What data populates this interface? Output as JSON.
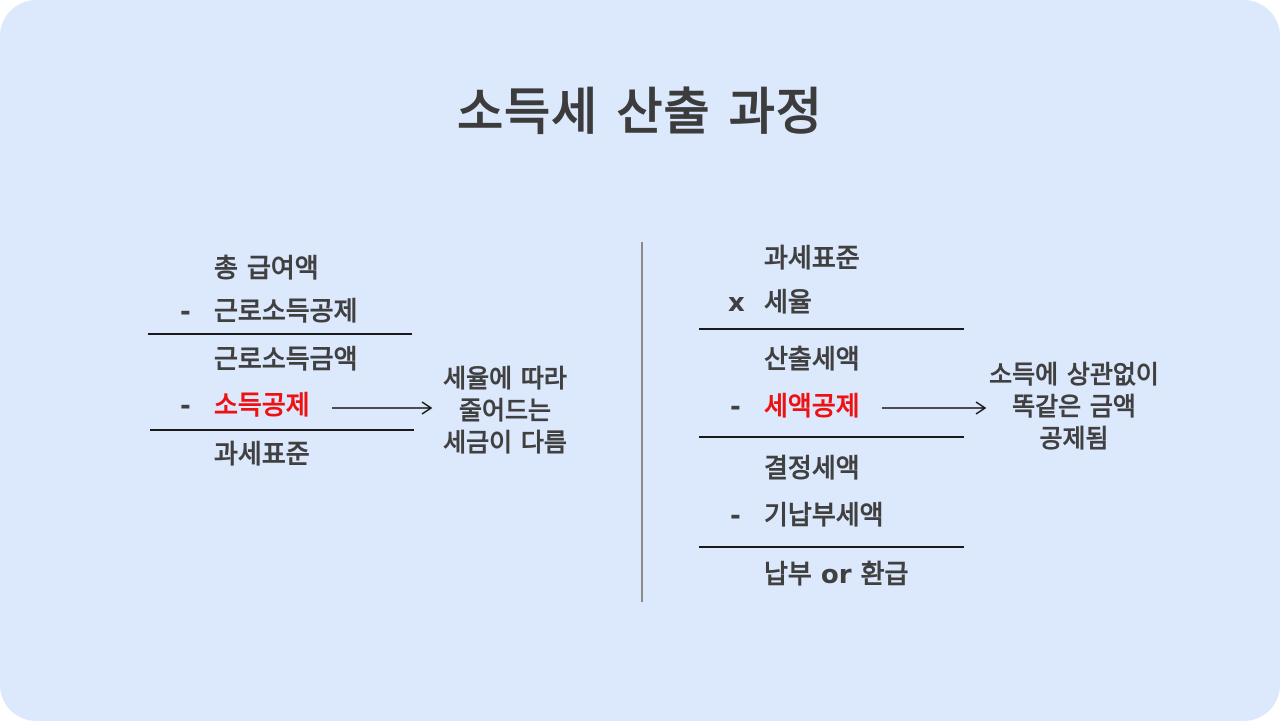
{
  "title": "소득세 산출 과정",
  "left": {
    "rows": [
      {
        "sign": "",
        "label": "총 급여액"
      },
      {
        "sign": "-",
        "label": "근로소득공제"
      },
      {
        "sign": "",
        "label": "근로소득금액"
      },
      {
        "sign": "-",
        "label": "소득공제",
        "highlight": "#ee1111"
      },
      {
        "sign": "",
        "label": "과세표준"
      }
    ],
    "note": [
      "세율에 따라",
      "줄어드는",
      "세금이 다름"
    ]
  },
  "right": {
    "rows": [
      {
        "sign": "",
        "label": "과세표준"
      },
      {
        "sign": "x",
        "label": "세율"
      },
      {
        "sign": "",
        "label": "산출세액"
      },
      {
        "sign": "-",
        "label": "세액공제",
        "highlight": "#ee1111"
      },
      {
        "sign": "",
        "label": "결정세액"
      },
      {
        "sign": "-",
        "label": "기납부세액"
      },
      {
        "sign": "",
        "label": "납부 or 환급"
      }
    ],
    "note": [
      "소득에 상관없이",
      "똑같은 금액",
      "공제됨"
    ]
  },
  "colors": {
    "background": "#dce8fc",
    "text": "#404040",
    "highlight": "#ee1111"
  }
}
